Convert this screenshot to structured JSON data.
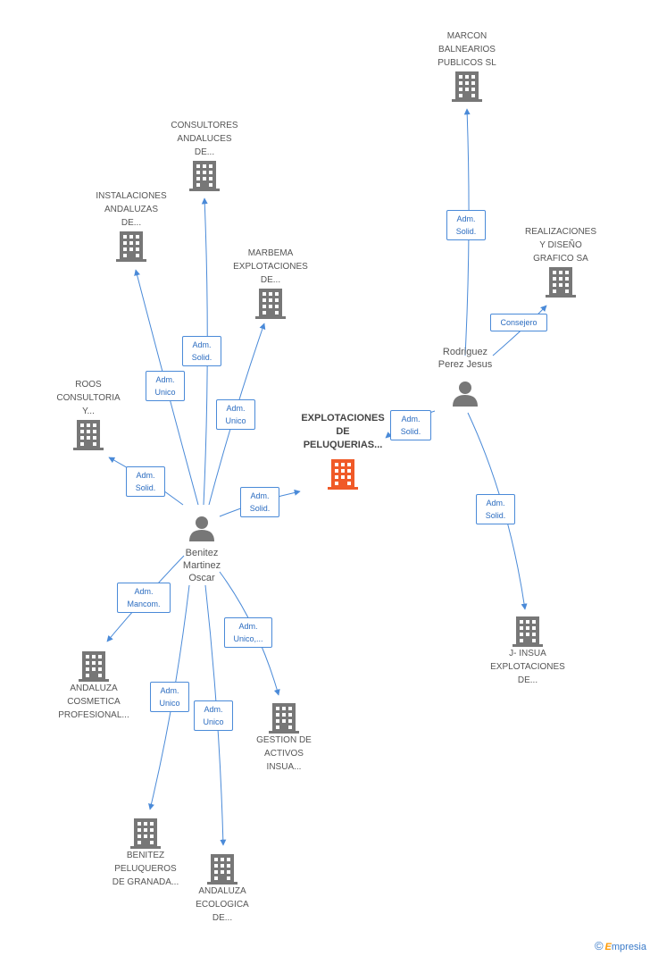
{
  "colors": {
    "edge": "#4a8ad8",
    "company": "#777777",
    "focus": "#f05a28",
    "person": "#777777"
  },
  "nodes": {
    "marcon": "MARCON\nBALNEARIOS\nPUBLICOS SL",
    "consultores": "CONSULTORES\nANDALUCES\nDE...",
    "instalaciones": "INSTALACIONES\nANDALUZAS\nDE...",
    "marbema": "MARBEMA\nEXPLOTACIONES\nDE...",
    "realizaciones": "REALIZACIONES\nY DISEÑO\nGRAFICO SA",
    "roos": "ROOS\nCONSULTORIA\nY...",
    "explotaciones": "EXPLOTACIONES\nDE\nPELUQUERIAS...",
    "rodriguez": "Rodriguez\nPerez Jesus",
    "benitez_oscar": "Benitez\nMartinez\nOscar",
    "jinsua": "J- INSUA\nEXPLOTACIONES\nDE...",
    "andaluza_cosmetica": "ANDALUZA\nCOSMETICA\nPROFESIONAL...",
    "gestion": "GESTION DE\nACTIVOS\nINSUA...",
    "benitez_peluqueros": "BENITEZ\nPELUQUEROS\nDE GRANADA...",
    "andaluza_ecologica": "ANDALUZA\nECOLOGICA\nDE..."
  },
  "edge_labels": {
    "marcon": "Adm.\nSolid.",
    "consultores": "Adm.\nSolid.",
    "instalaciones": "Adm.\nUnico",
    "marbema": "Adm.\nUnico",
    "realizaciones": "Consejero",
    "roos": "Adm.\nSolid.",
    "benitez_explot": "Adm.\nSolid.",
    "rodriguez_explot": "Adm.\nSolid.",
    "jinsua": "Adm.\nSolid.",
    "andaluza_cosmetica": "Adm.\nMancom.",
    "gestion": "Adm.\nUnico,...",
    "benitez_peluqueros": "Adm.\nUnico",
    "andaluza_ecologica": "Adm.\nUnico"
  },
  "credit": {
    "symbol": "©",
    "brand_initial": "E",
    "brand_rest": "mpresia"
  }
}
